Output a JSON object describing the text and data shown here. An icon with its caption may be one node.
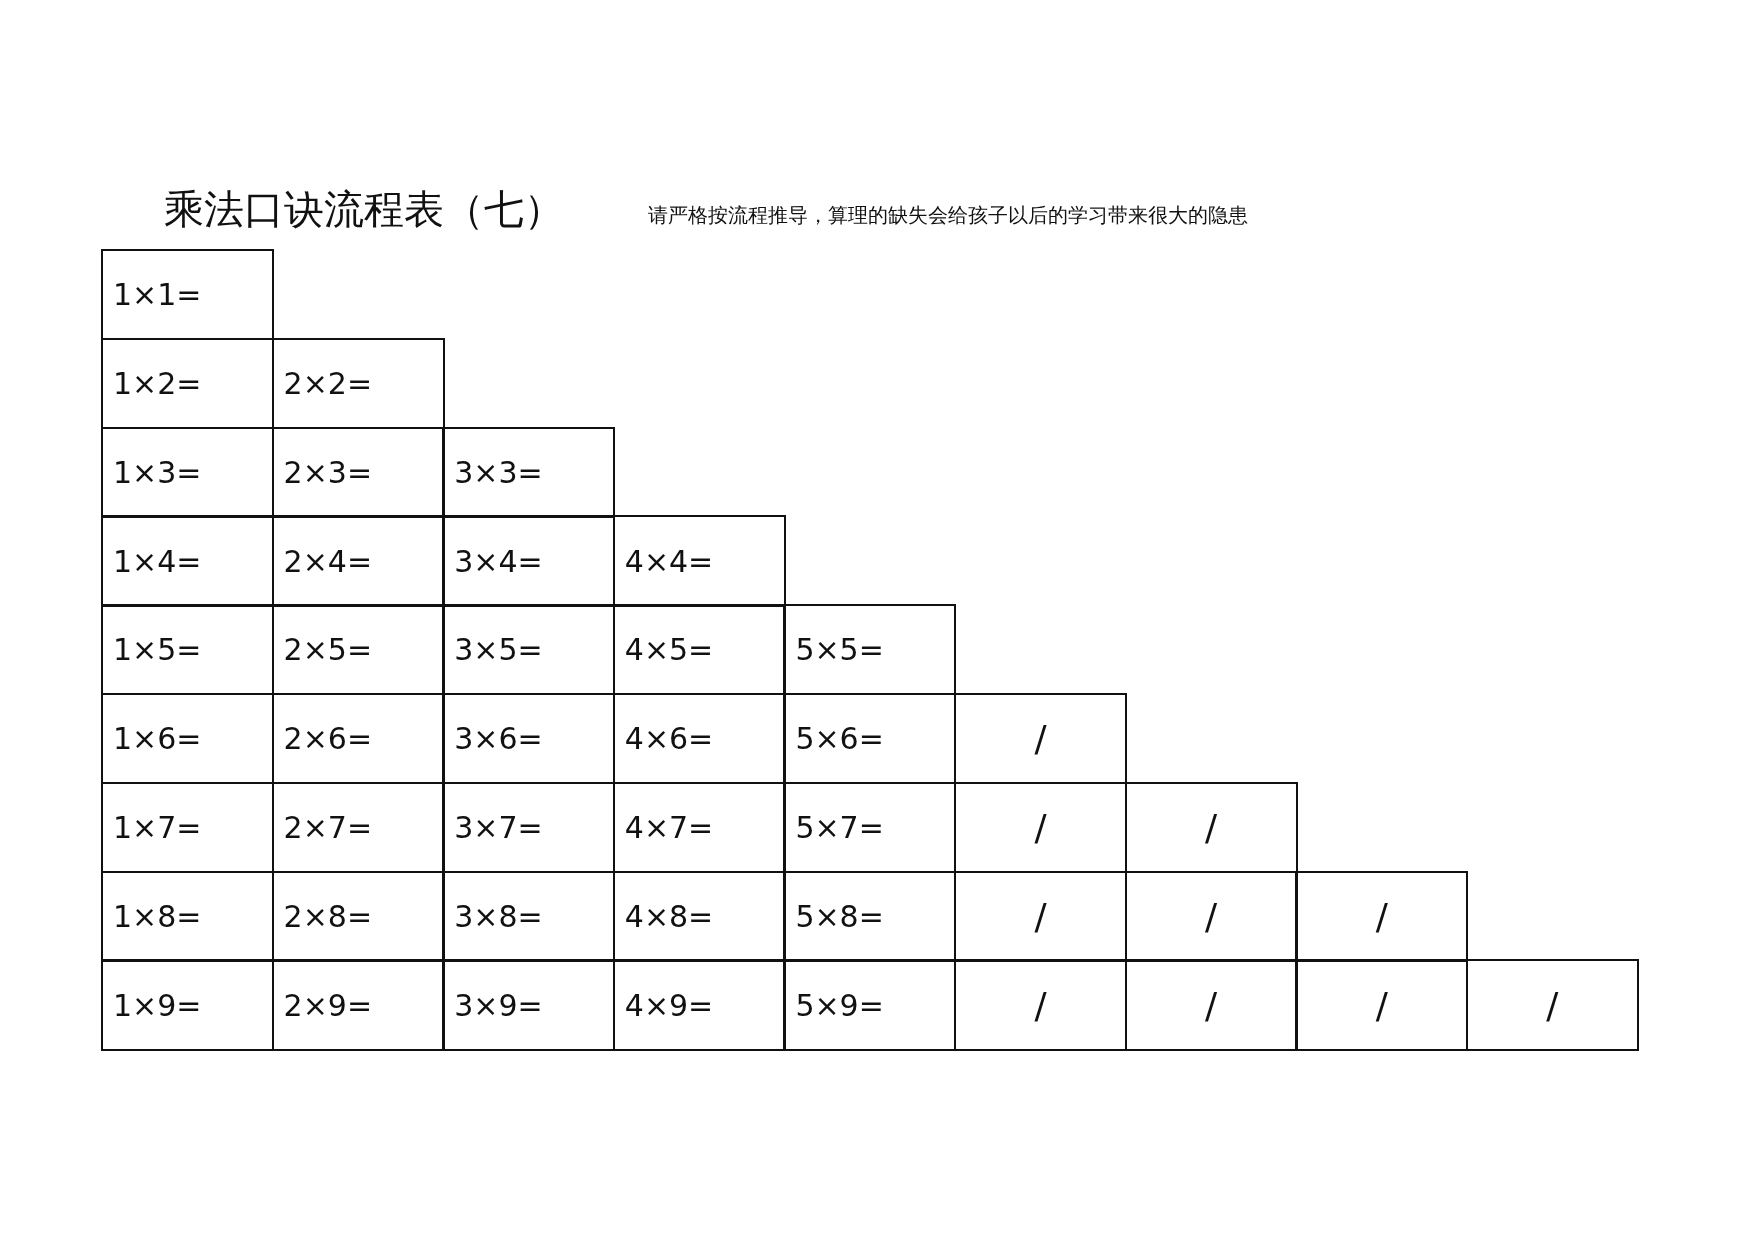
{
  "diagram": {
    "title": "乘法口诀流程表（七）",
    "labels": [
      "请严格按流程推导，算理的缺失会给孩子以后的学习带来很大的隐患",
      "1×1=",
      "1×2=",
      "2×2=",
      "1×3=",
      "2×3=",
      "3×3=",
      "1×4=",
      "2×4=",
      "3×4=",
      "4×4=",
      "1×5=",
      "2×5=",
      "3×5=",
      "4×5=",
      "5×5=",
      "1×6=",
      "2×6=",
      "3×6=",
      "4×6=",
      "5×6=",
      "/",
      "1×7=",
      "2×7=",
      "3×7=",
      "4×7=",
      "5×7=",
      "/",
      "/",
      "1×8=",
      "2×8=",
      "3×8=",
      "4×8=",
      "5×8=",
      "/",
      "/",
      "/",
      "1×9=",
      "2×9=",
      "3×9=",
      "4×9=",
      "5×9=",
      "/",
      "/",
      "/",
      "/"
    ]
  }
}
